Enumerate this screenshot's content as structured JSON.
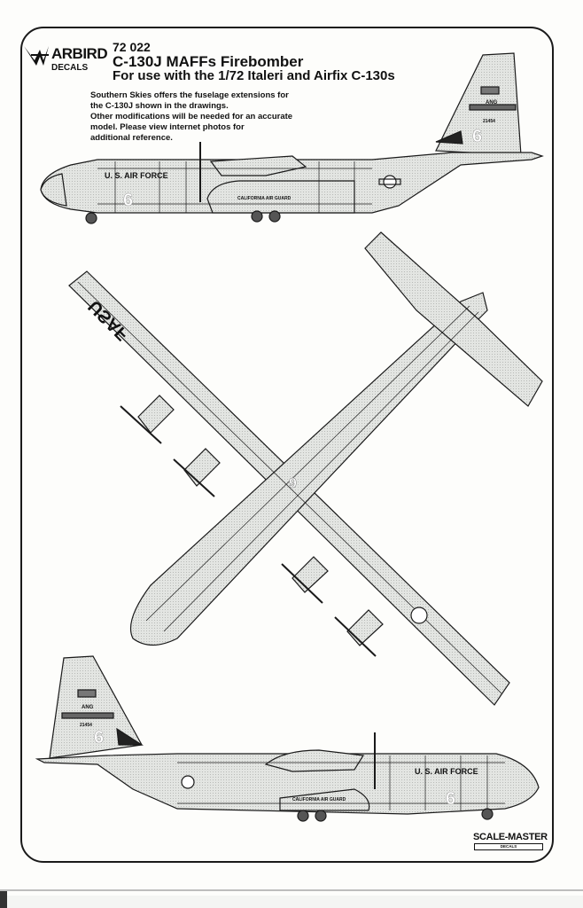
{
  "header": {
    "logo": {
      "name": "Warbird Decals",
      "word": "ARBIRD",
      "sub": "DECALS"
    },
    "catalog_number": "72 022",
    "title": "C-130J MAFFs Firebomber",
    "subtitle": "For use with the 1/72 Italeri and Airfix C-130s"
  },
  "notes": [
    "Southern Skies offers the fuselage extensions for",
    "the C-130J shown in the drawings.",
    "Other modifications will be needed for an accurate",
    "model.  Please view internet photos for",
    "additional reference."
  ],
  "drawings": {
    "left_profile": {
      "fuselage_text": "U. S. AIR FORCE",
      "fuselage_number": "6",
      "module_text": "CALIFORNIA AIR GUARD",
      "tail_text": "ANG",
      "tail_serial": "21454",
      "tail_number": "6"
    },
    "top_view": {
      "wing_text": "USAF",
      "center_number": "9"
    },
    "right_profile": {
      "fuselage_text": "U. S. AIR FORCE",
      "fuselage_number": "6",
      "module_text": "CALIFORNIA AIR GUARD",
      "tail_text": "ANG",
      "tail_serial": "21454",
      "tail_number": "6"
    }
  },
  "footer": {
    "brand": "SCALE-MASTER",
    "brand_bar": "DECALS"
  },
  "colors": {
    "ink": "#1a1a1a",
    "panel_gray": "#d9dbd8",
    "paper": "#fdfdfb"
  }
}
